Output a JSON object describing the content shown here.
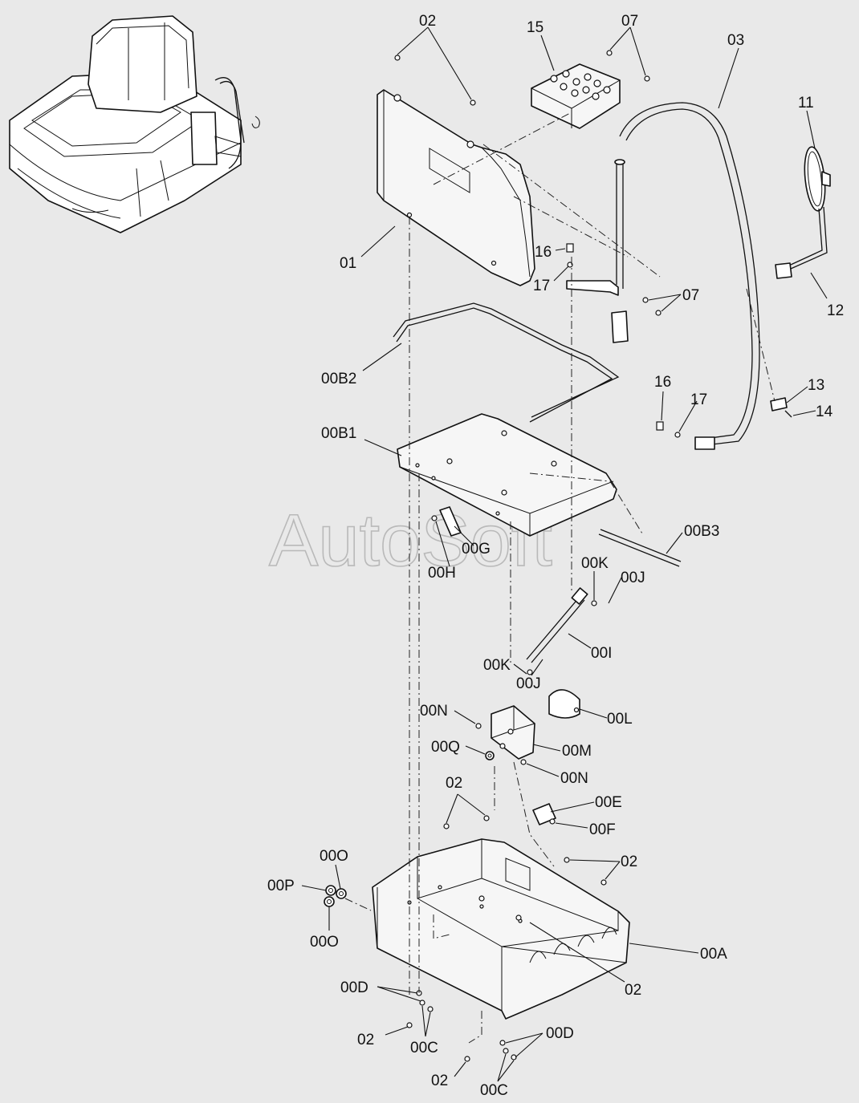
{
  "watermark": "AutoSoft",
  "labels": {
    "l02_top": "02",
    "l15": "15",
    "l07_top": "07",
    "l03": "03",
    "l11": "11",
    "l16_a": "16",
    "l17_a": "17",
    "l01": "01",
    "l07_mid": "07",
    "l12": "12",
    "l00B2": "00B2",
    "l16_b": "16",
    "l17_b": "17",
    "l13": "13",
    "l14": "14",
    "l00B1": "00B1",
    "l00B3": "00B3",
    "l00G": "00G",
    "l00H": "00H",
    "l00K_a": "00K",
    "l00J_a": "00J",
    "l00I": "00I",
    "l00K_b": "00K",
    "l00J_b": "00J",
    "l00N_a": "00N",
    "l00L": "00L",
    "l00Q": "00Q",
    "l00M": "00M",
    "l00N_b": "00N",
    "l02_mid": "02",
    "l00E": "00E",
    "l00F": "00F",
    "l00O_a": "00O",
    "l02_right": "02",
    "l00P": "00P",
    "l00O_b": "00O",
    "l00A": "00A",
    "l02_lowright": "02",
    "l00D_a": "00D",
    "l02_botleft": "02",
    "l00C_a": "00C",
    "l00D_b": "00D",
    "l02_bot": "02",
    "l00C_b": "00C"
  }
}
